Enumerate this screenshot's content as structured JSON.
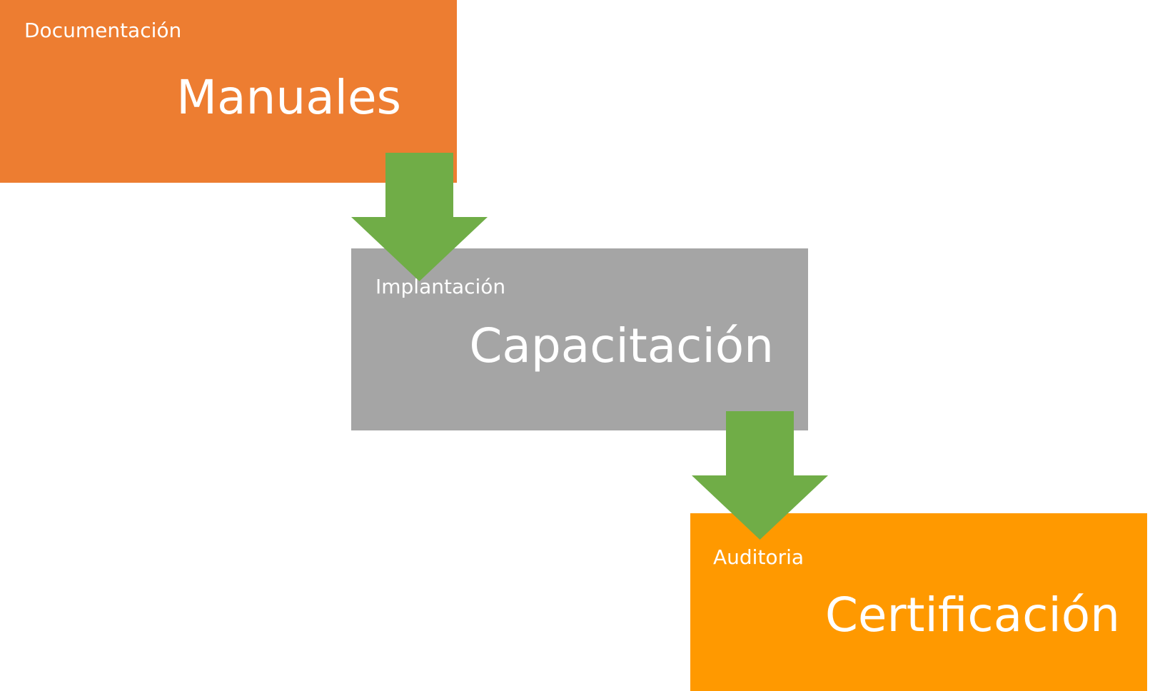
{
  "steps": [
    {
      "category": "Documentación",
      "title": "Manuales",
      "color": "#ED7D31"
    },
    {
      "category": "Implantación",
      "title": "Capacitación",
      "color": "#A5A5A5"
    },
    {
      "category": "Auditoria",
      "title": "Certificación",
      "color": "#FF9900"
    }
  ],
  "connector_color": "#70AD47",
  "connector_icon": "arrow-down-icon"
}
